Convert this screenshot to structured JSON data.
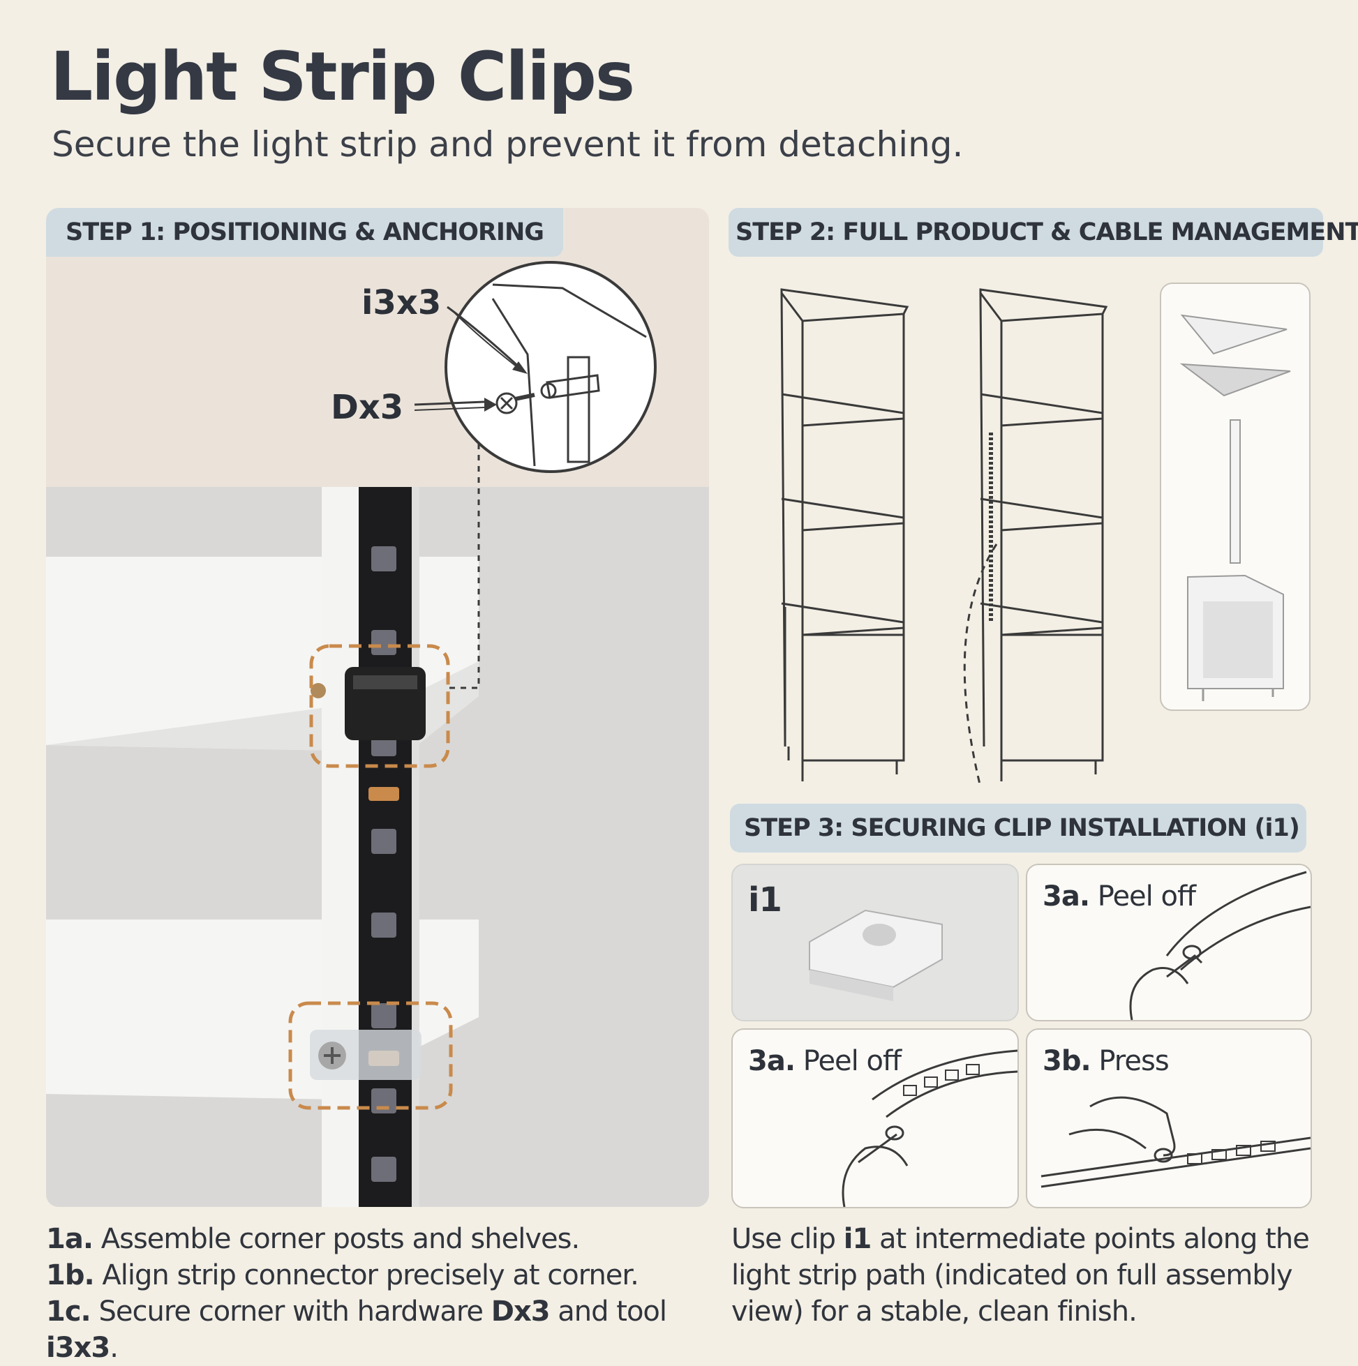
{
  "header": {
    "title": "Light Strip Clips",
    "subtitle": "Secure the light strip and prevent it from detaching."
  },
  "step1": {
    "label": "STEP 1: POSITIONING & ANCHORING",
    "callout_tool": "i3x3",
    "callout_hardware": "Dx3"
  },
  "step2": {
    "label": "STEP 2: FULL PRODUCT & CABLE MANAGEMENT"
  },
  "step3": {
    "label": "STEP 3: SECURING CLIP INSTALLATION (i1)",
    "clip_label": "i1",
    "cards": [
      {
        "num": "3a.",
        "text": "Peel off"
      },
      {
        "num": "3a.",
        "text": "Peel off"
      },
      {
        "num": "3b.",
        "text": "Press"
      }
    ]
  },
  "instructions_left": [
    {
      "num": "1a.",
      "text": "Assemble corner posts and shelves."
    },
    {
      "num": "1b.",
      "text": "Align strip connector precisely at corner."
    },
    {
      "num": "1c.",
      "pre": "Secure corner with hardware ",
      "bold1": "Dx3",
      "mid": " and tool ",
      "bold2": "i3x3",
      "post": "."
    }
  ],
  "instructions_right": {
    "pre": "Use clip ",
    "bold": "i1",
    "post": " at intermediate points along the light strip path (indicated on full assembly view) for a stable, clean finish."
  },
  "colors": {
    "background": "#f3efe5",
    "step_label_bg": "#cfdbe1",
    "highlight_dashed": "#c98a4b",
    "strip": "#1c1c1e"
  }
}
